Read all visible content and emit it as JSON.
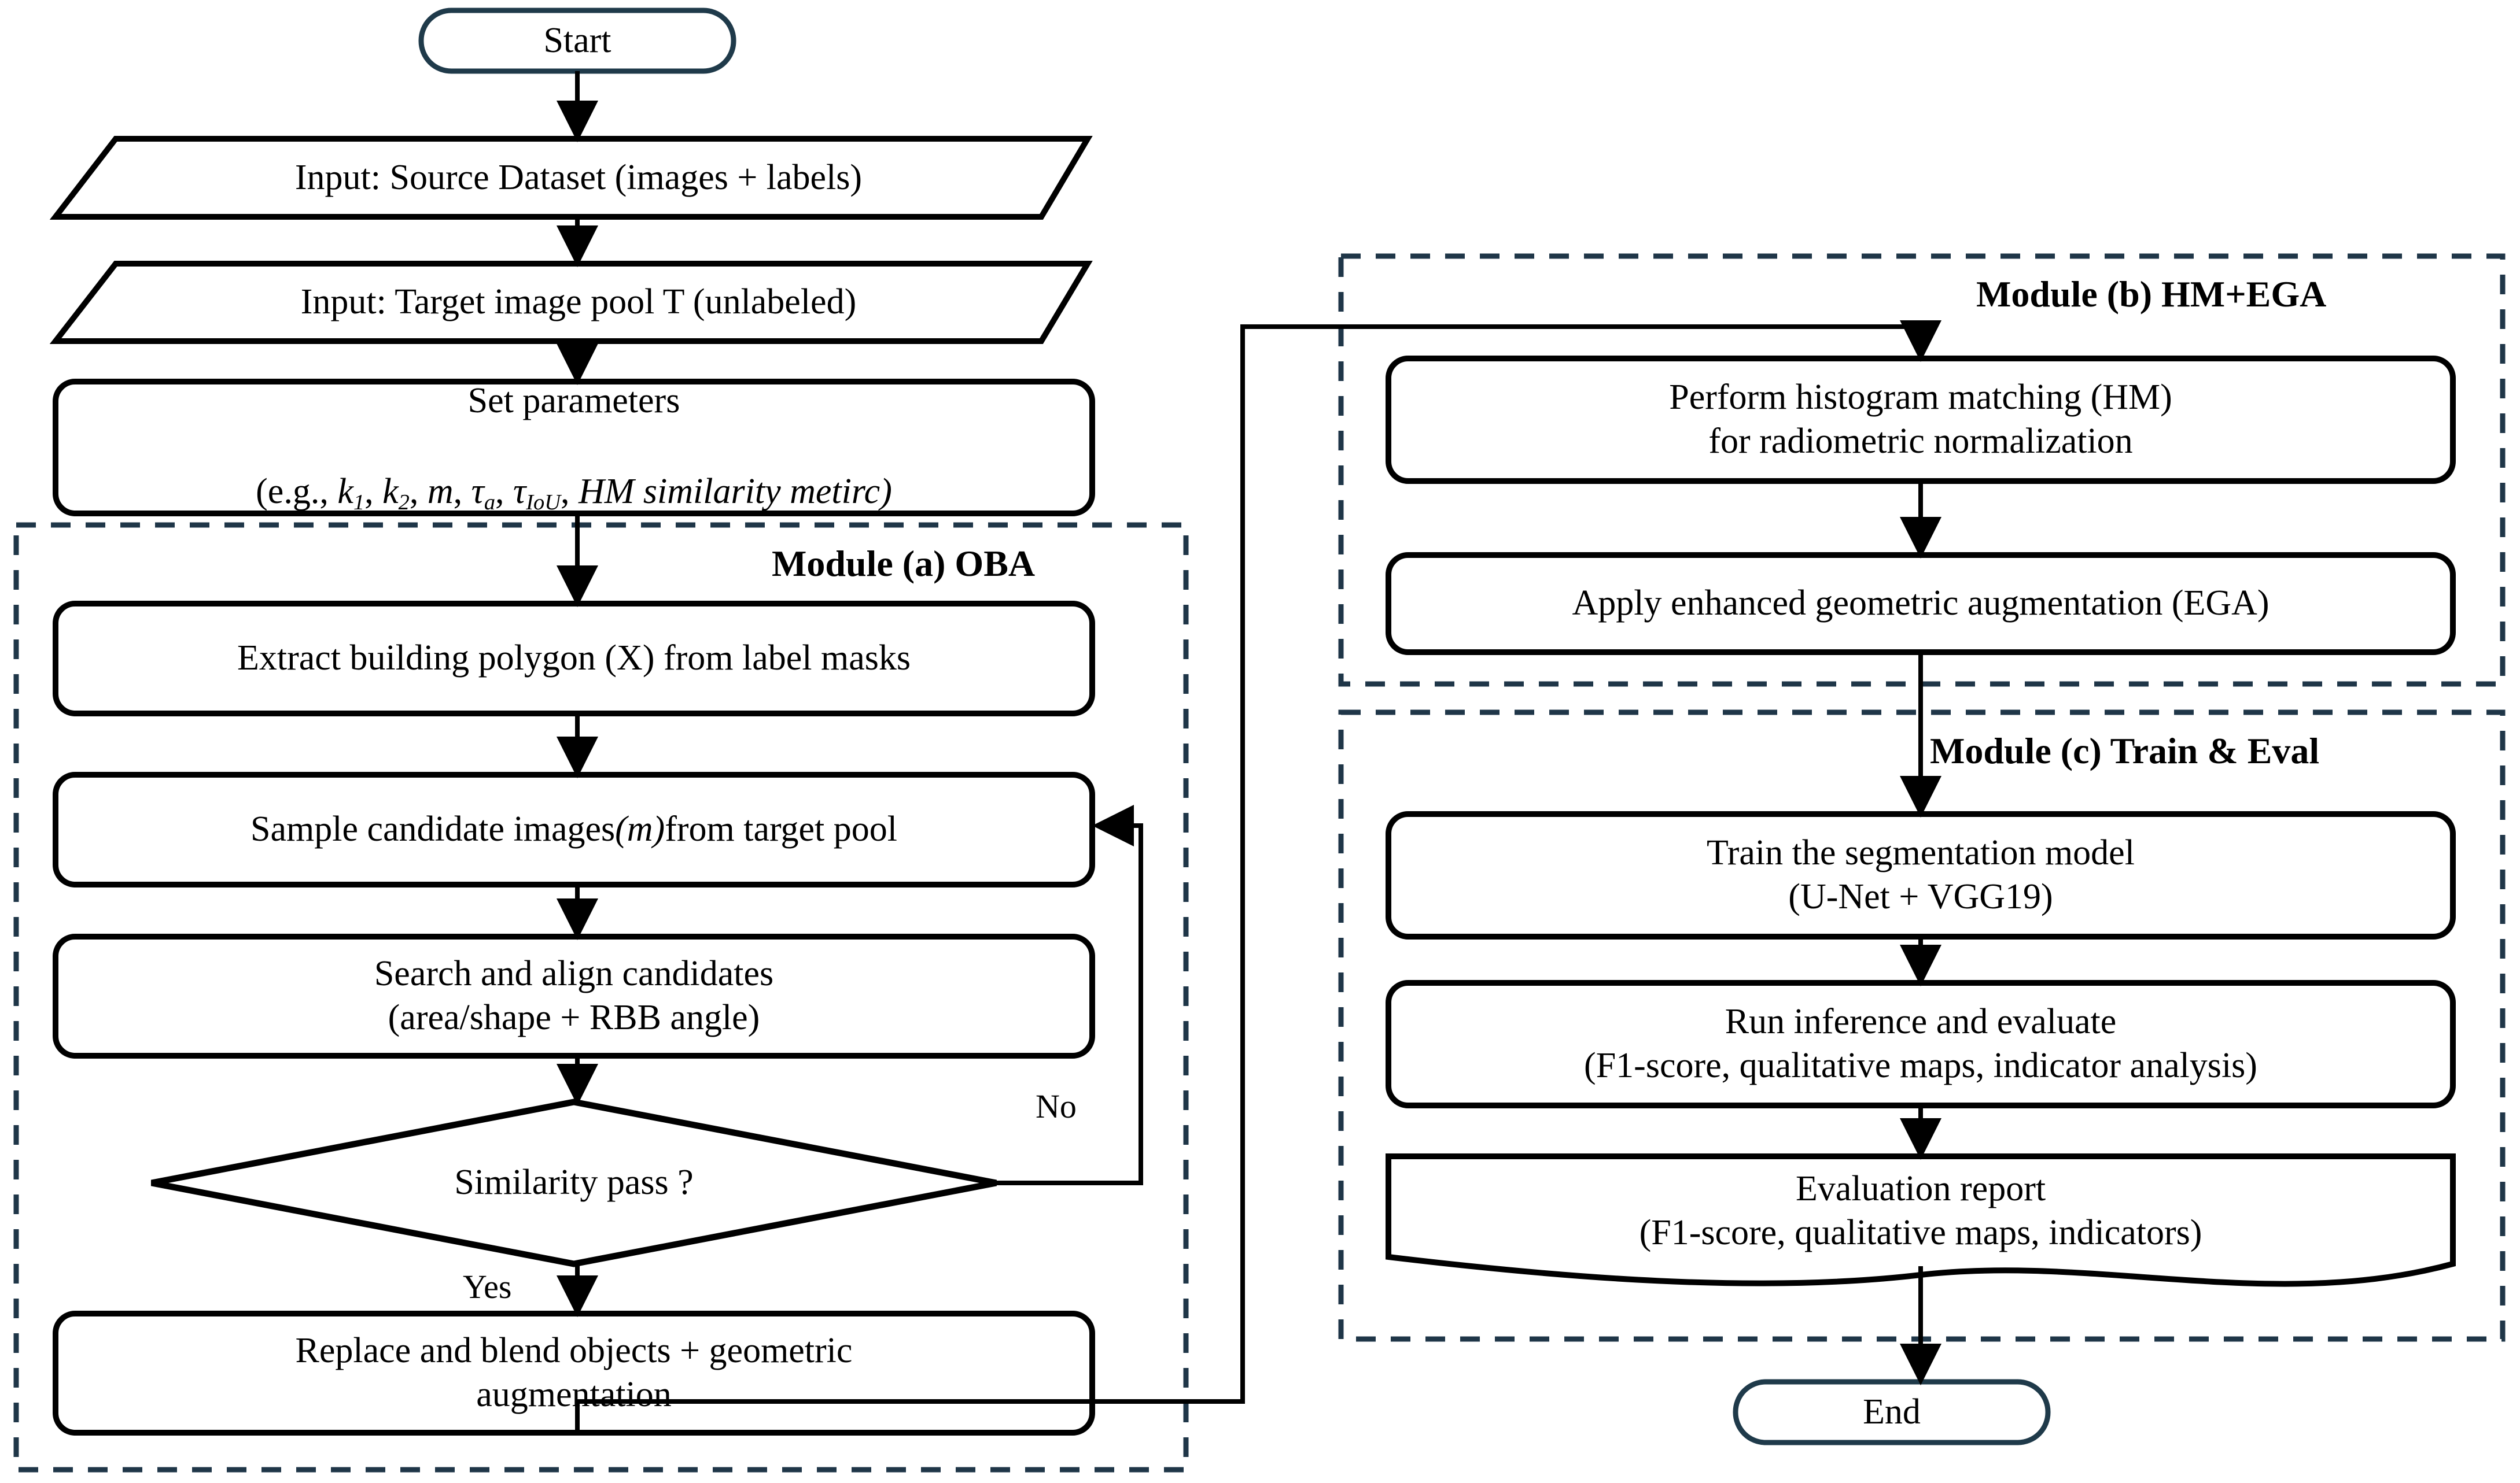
{
  "diagram": {
    "title": "Object-Based Augmentation pipeline flowchart",
    "colors": {
      "terminator_stroke": "#1F3A4A",
      "module_border": "#1F3648",
      "node_stroke": "#000000",
      "background": "#FFFFFF",
      "text": "#000000"
    },
    "nodes": {
      "start": {
        "label": "Start",
        "shape": "terminator"
      },
      "input_source": {
        "label": "Input: Source Dataset (images + labels)",
        "shape": "parallelogram"
      },
      "input_target": {
        "label": "Input: Target image pool T (unlabeled)",
        "shape": "parallelogram"
      },
      "set_params": {
        "line1": "Set parameters",
        "math_prefix": "(e.g., ",
        "math_k1": "k",
        "math_k1_sub": "1",
        "math_k2": "k",
        "math_k2_sub": "2",
        "math_m": "m",
        "math_tau_a": "τ",
        "math_tau_a_sub": "a",
        "math_tau_iou": "τ",
        "math_tau_iou_sub": "IoU",
        "math_tail": "HM similarity metirc)",
        "shape": "process"
      },
      "extract_polygon": {
        "label": "Extract building polygon (X) from label masks",
        "shape": "process"
      },
      "sample_candidates": {
        "label_pre": "Sample candidate images ",
        "label_italic": "(m)",
        "label_post": " from target pool",
        "shape": "process"
      },
      "search_align": {
        "line1": "Search and align candidates",
        "line2": "(area/shape + RBB angle)",
        "shape": "process"
      },
      "similarity_decision": {
        "label": "Similarity pass ?",
        "shape": "diamond"
      },
      "replace_blend": {
        "line1": "Replace and blend objects + geometric",
        "line2": "augmentation",
        "shape": "process"
      },
      "histogram_matching": {
        "line1": "Perform histogram matching (HM)",
        "line2": "for radiometric normalization",
        "shape": "process"
      },
      "enhanced_geometric_aug": {
        "label": "Apply enhanced geometric augmentation (EGA)",
        "shape": "process"
      },
      "train_model": {
        "line1": "Train the segmentation model",
        "line2": "(U-Net + VGG19)",
        "shape": "process"
      },
      "run_inference": {
        "line1": "Run inference and evaluate",
        "line2": "(F1-score, qualitative maps, indicator analysis)",
        "shape": "process"
      },
      "evaluation_report": {
        "line1": "Evaluation report",
        "line2": "(F1-score, qualitative maps, indicators)",
        "shape": "document"
      },
      "end": {
        "label": "End",
        "shape": "terminator"
      }
    },
    "modules": [
      {
        "id": "a",
        "label": "Module (a) OBA"
      },
      {
        "id": "b",
        "label": "Module (b) HM+EGA"
      },
      {
        "id": "c",
        "label": "Module (c) Train & Eval"
      }
    ],
    "edge_labels": {
      "yes": "Yes",
      "no": "No"
    }
  }
}
